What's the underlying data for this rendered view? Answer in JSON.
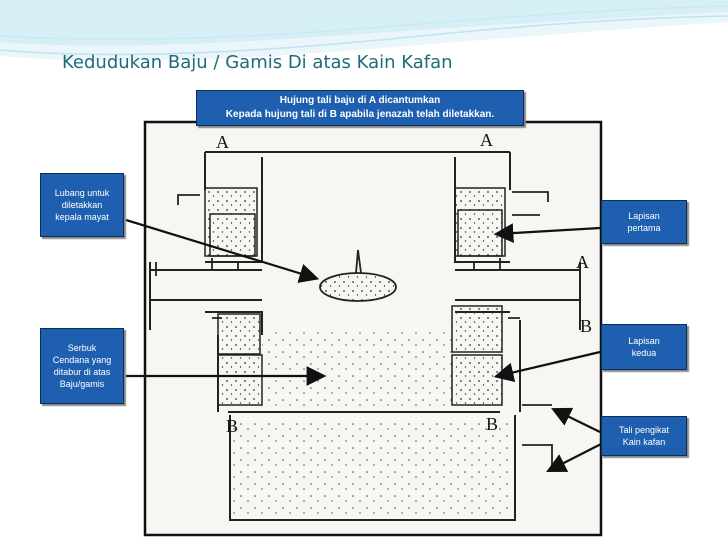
{
  "title": "Kedudukan Baju / Gamis Di atas Kain Kafan",
  "header_note": {
    "line1": "Hujung tali baju di A dicantumkan",
    "line2": "Kepada hujung tali di B apabila jenazah telah diletakkan."
  },
  "callouts": {
    "lubang": [
      "Lubang untuk",
      "diletakkan",
      "kepala mayat"
    ],
    "serbuk": [
      "Serbuk",
      "Cendana yang",
      "ditabur di atas",
      "Baju/gamis"
    ],
    "lapisan_pertama": [
      "Lapisan",
      "pertama"
    ],
    "lapisan_kedua": [
      "Lapisan",
      "kedua"
    ],
    "tali": [
      "Tali  pengikat",
      "Kain kafan"
    ]
  },
  "diagram_letters": {
    "a_top_left": "A",
    "a_top_right": "A",
    "a_side": "A",
    "b_side": "B",
    "b_bottom_left": "B",
    "b_bottom_right": "B"
  },
  "colors": {
    "callout_fill": "#1f5fb0",
    "title_text": "#1f6b7a",
    "decor_wave": "#bfe3ef"
  }
}
